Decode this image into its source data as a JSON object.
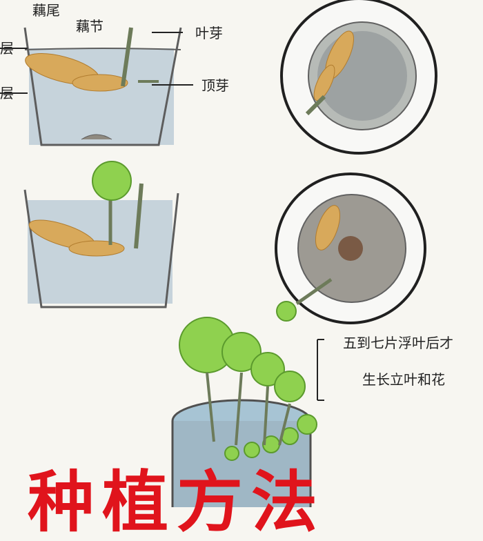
{
  "labels": {
    "tail": "藕尾",
    "node": "藕节",
    "leaf_bud": "叶芽",
    "top_bud": "顶芽",
    "layer_upper": "层",
    "layer_lower": "层",
    "note_line1": "五到七片浮叶后",
    "note_line1_tail": "才",
    "note_line2": "生长立叶和花"
  },
  "title": "种植方法",
  "colors": {
    "title": "#e0141c",
    "water": "#a9bdc8",
    "leaf": "#8fd14f",
    "root": "#e0b25a",
    "soil": "#8f8a80"
  },
  "icons": [
    "lotus-root-illustration",
    "pot-illustration",
    "leaf-illustration"
  ]
}
